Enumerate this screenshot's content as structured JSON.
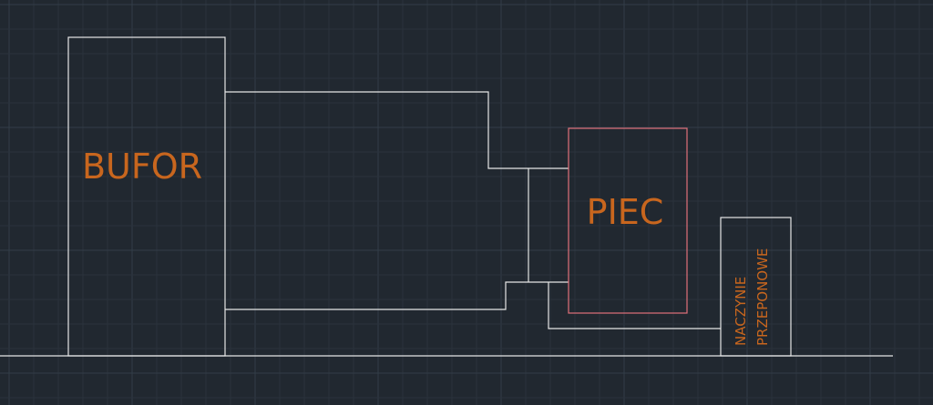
{
  "labels": {
    "buffer": "BUFOR",
    "furnace": "PIEC",
    "vessel_line1": "NACZYNIE",
    "vessel_line2": "PRZEPONOWE"
  },
  "colors": {
    "background": "#212830",
    "lines": "#e6e6e6",
    "furnace_outline": "#e0707a",
    "text": "#c8661e",
    "grid": "#2a323c"
  }
}
